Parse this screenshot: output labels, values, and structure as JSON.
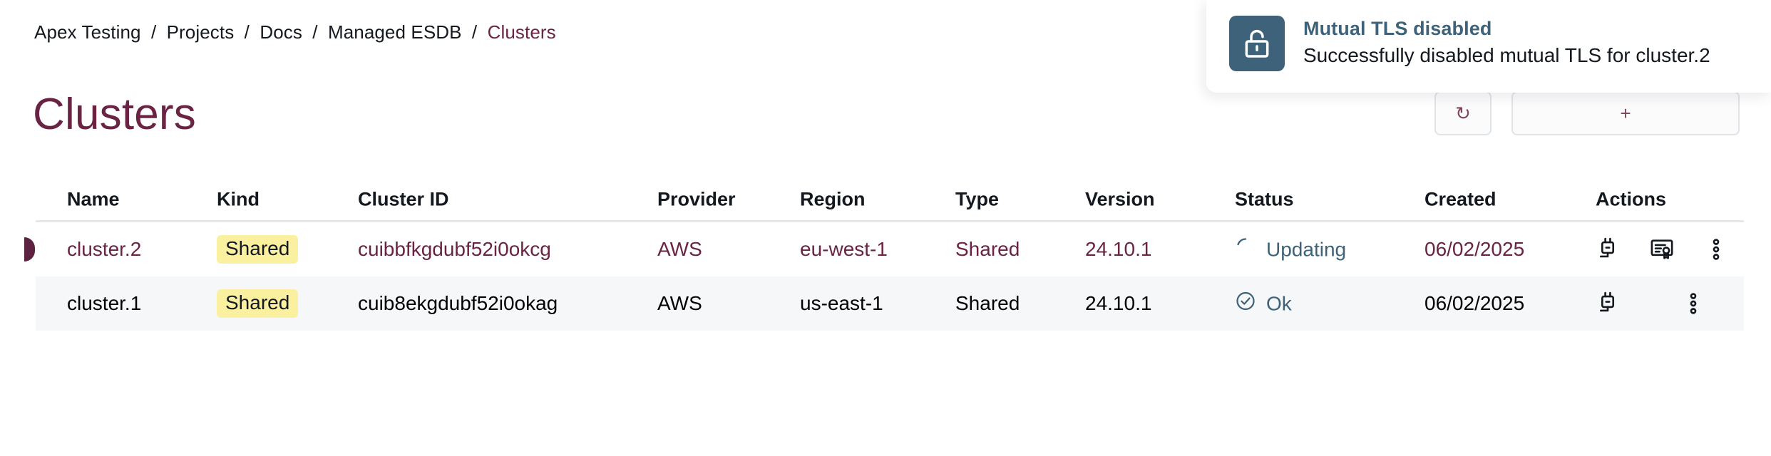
{
  "breadcrumb": {
    "items": [
      {
        "label": "Apex Testing",
        "current": false
      },
      {
        "label": "Projects",
        "current": false
      },
      {
        "label": "Docs",
        "current": false
      },
      {
        "label": "Managed ESDB",
        "current": false
      },
      {
        "label": "Clusters",
        "current": true
      }
    ],
    "separator": "/"
  },
  "page": {
    "title": "Clusters"
  },
  "toolbar": {
    "refresh_glyph": "↻",
    "primary_glyph": "+"
  },
  "toast": {
    "icon": "unlock-icon",
    "title": "Mutual TLS disabled",
    "message": "Successfully disabled mutual TLS for cluster.2",
    "icon_bg": "#3d6279",
    "title_color": "#3d6279"
  },
  "table": {
    "columns": [
      "Name",
      "Kind",
      "Cluster ID",
      "Provider",
      "Region",
      "Type",
      "Version",
      "Status",
      "Created",
      "Actions"
    ],
    "rows": [
      {
        "name": "cluster.2",
        "kind": "Shared",
        "cluster_id": "cuibbfkgdubf52i0okcg",
        "provider": "AWS",
        "region": "eu-west-1",
        "type": "Shared",
        "version": "24.10.1",
        "status": "Updating",
        "status_icon": "spinner-icon",
        "created": "06/02/2025",
        "selected": true,
        "actions": [
          "plug-icon",
          "certificate-icon",
          "more-vertical-icon"
        ]
      },
      {
        "name": "cluster.1",
        "kind": "Shared",
        "cluster_id": "cuib8ekgdubf52i0okag",
        "provider": "AWS",
        "region": "us-east-1",
        "type": "Shared",
        "version": "24.10.1",
        "status": "Ok",
        "status_icon": "check-circle-icon",
        "created": "06/02/2025",
        "selected": false,
        "actions": [
          "plug-icon",
          "more-vertical-icon"
        ]
      }
    ]
  },
  "colors": {
    "accent_maroon": "#6b2343",
    "marker_maroon": "#5c2240",
    "status_blue": "#3d6279",
    "badge_yellow": "#faf0a0",
    "row_alt_bg": "#f6f7f9",
    "header_border": "#e3e8ec"
  }
}
